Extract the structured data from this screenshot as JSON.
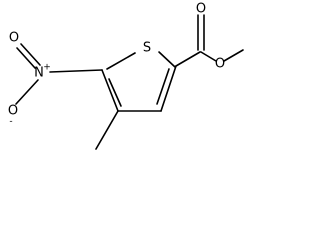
{
  "molecule": {
    "atoms": {
      "sulfur": "S",
      "nitro_nitrogen": "N",
      "nitro_nitrogen_charge": "+",
      "nitro_oxygen_top": "O",
      "nitro_oxygen_bottom": "O",
      "nitro_oxygen_bottom_charge": "-",
      "carbonyl_oxygen": "O",
      "ester_oxygen": "O"
    },
    "colors": {
      "ink": "#000000",
      "background": "#ffffff"
    }
  }
}
